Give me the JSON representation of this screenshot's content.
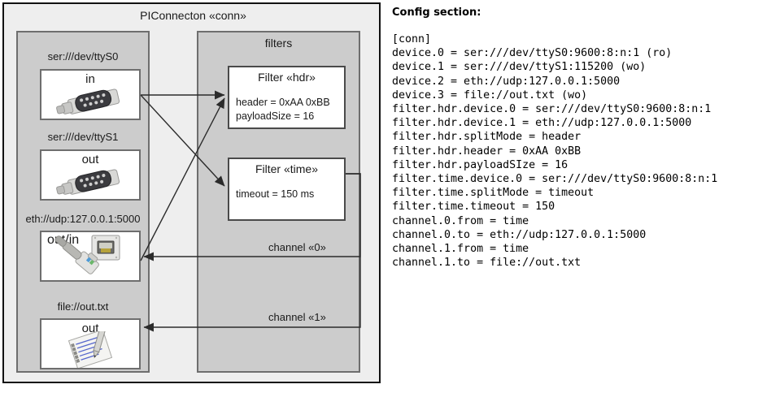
{
  "diagram": {
    "title": "PIConnecton «conn»",
    "devices_group": {
      "title": ""
    },
    "filters_group": {
      "title": "filters"
    },
    "devices": [
      {
        "label": "ser:///dev/ttyS0",
        "direction": "in",
        "icon": "serial-port-icon"
      },
      {
        "label": "ser:///dev/ttyS1",
        "direction": "out",
        "icon": "serial-port-icon"
      },
      {
        "label": "eth://udp:127.0.0.1:5000",
        "direction": "out/in",
        "icon": "network-jack-icon"
      },
      {
        "label": "file://out.txt",
        "direction": "out",
        "icon": "text-file-icon"
      }
    ],
    "filters": [
      {
        "title": "Filter «hdr»",
        "attrs": [
          "header = 0xAA 0xBB",
          "payloadSize = 16"
        ]
      },
      {
        "title": "Filter «time»",
        "attrs": [
          "timeout = 150 ms"
        ]
      }
    ],
    "channels": [
      {
        "label": "channel «0»"
      },
      {
        "label": "channel «1»"
      }
    ]
  },
  "config": {
    "heading": "Config section:",
    "lines": [
      "[conn]",
      "device.0 = ser:///dev/ttyS0:9600:8:n:1 (ro)",
      "device.1 = ser:///dev/ttyS1:115200 (wo)",
      "device.2 = eth://udp:127.0.0.1:5000",
      "device.3 = file://out.txt (wo)",
      "filter.hdr.device.0 = ser:///dev/ttyS0:9600:8:n:1",
      "filter.hdr.device.1 = eth://udp:127.0.0.1:5000",
      "filter.hdr.splitMode = header",
      "filter.hdr.header = 0xAA 0xBB",
      "filter.hdr.payloadSIze = 16",
      "filter.time.device.0 = ser:///dev/ttyS0:9600:8:n:1",
      "filter.time.splitMode = timeout",
      "filter.time.timeout = 150",
      "channel.0.from = time",
      "channel.0.to = eth://udp:127.0.0.1:5000",
      "channel.1.from = time",
      "channel.1.to = file://out.txt"
    ]
  },
  "colors": {
    "outer_bg": "#eeeeee",
    "group_bg": "#cccccc",
    "box_bg": "#ffffff",
    "border_dark": "#111111",
    "border_gray": "#6e6e6e",
    "line": "#333333"
  }
}
